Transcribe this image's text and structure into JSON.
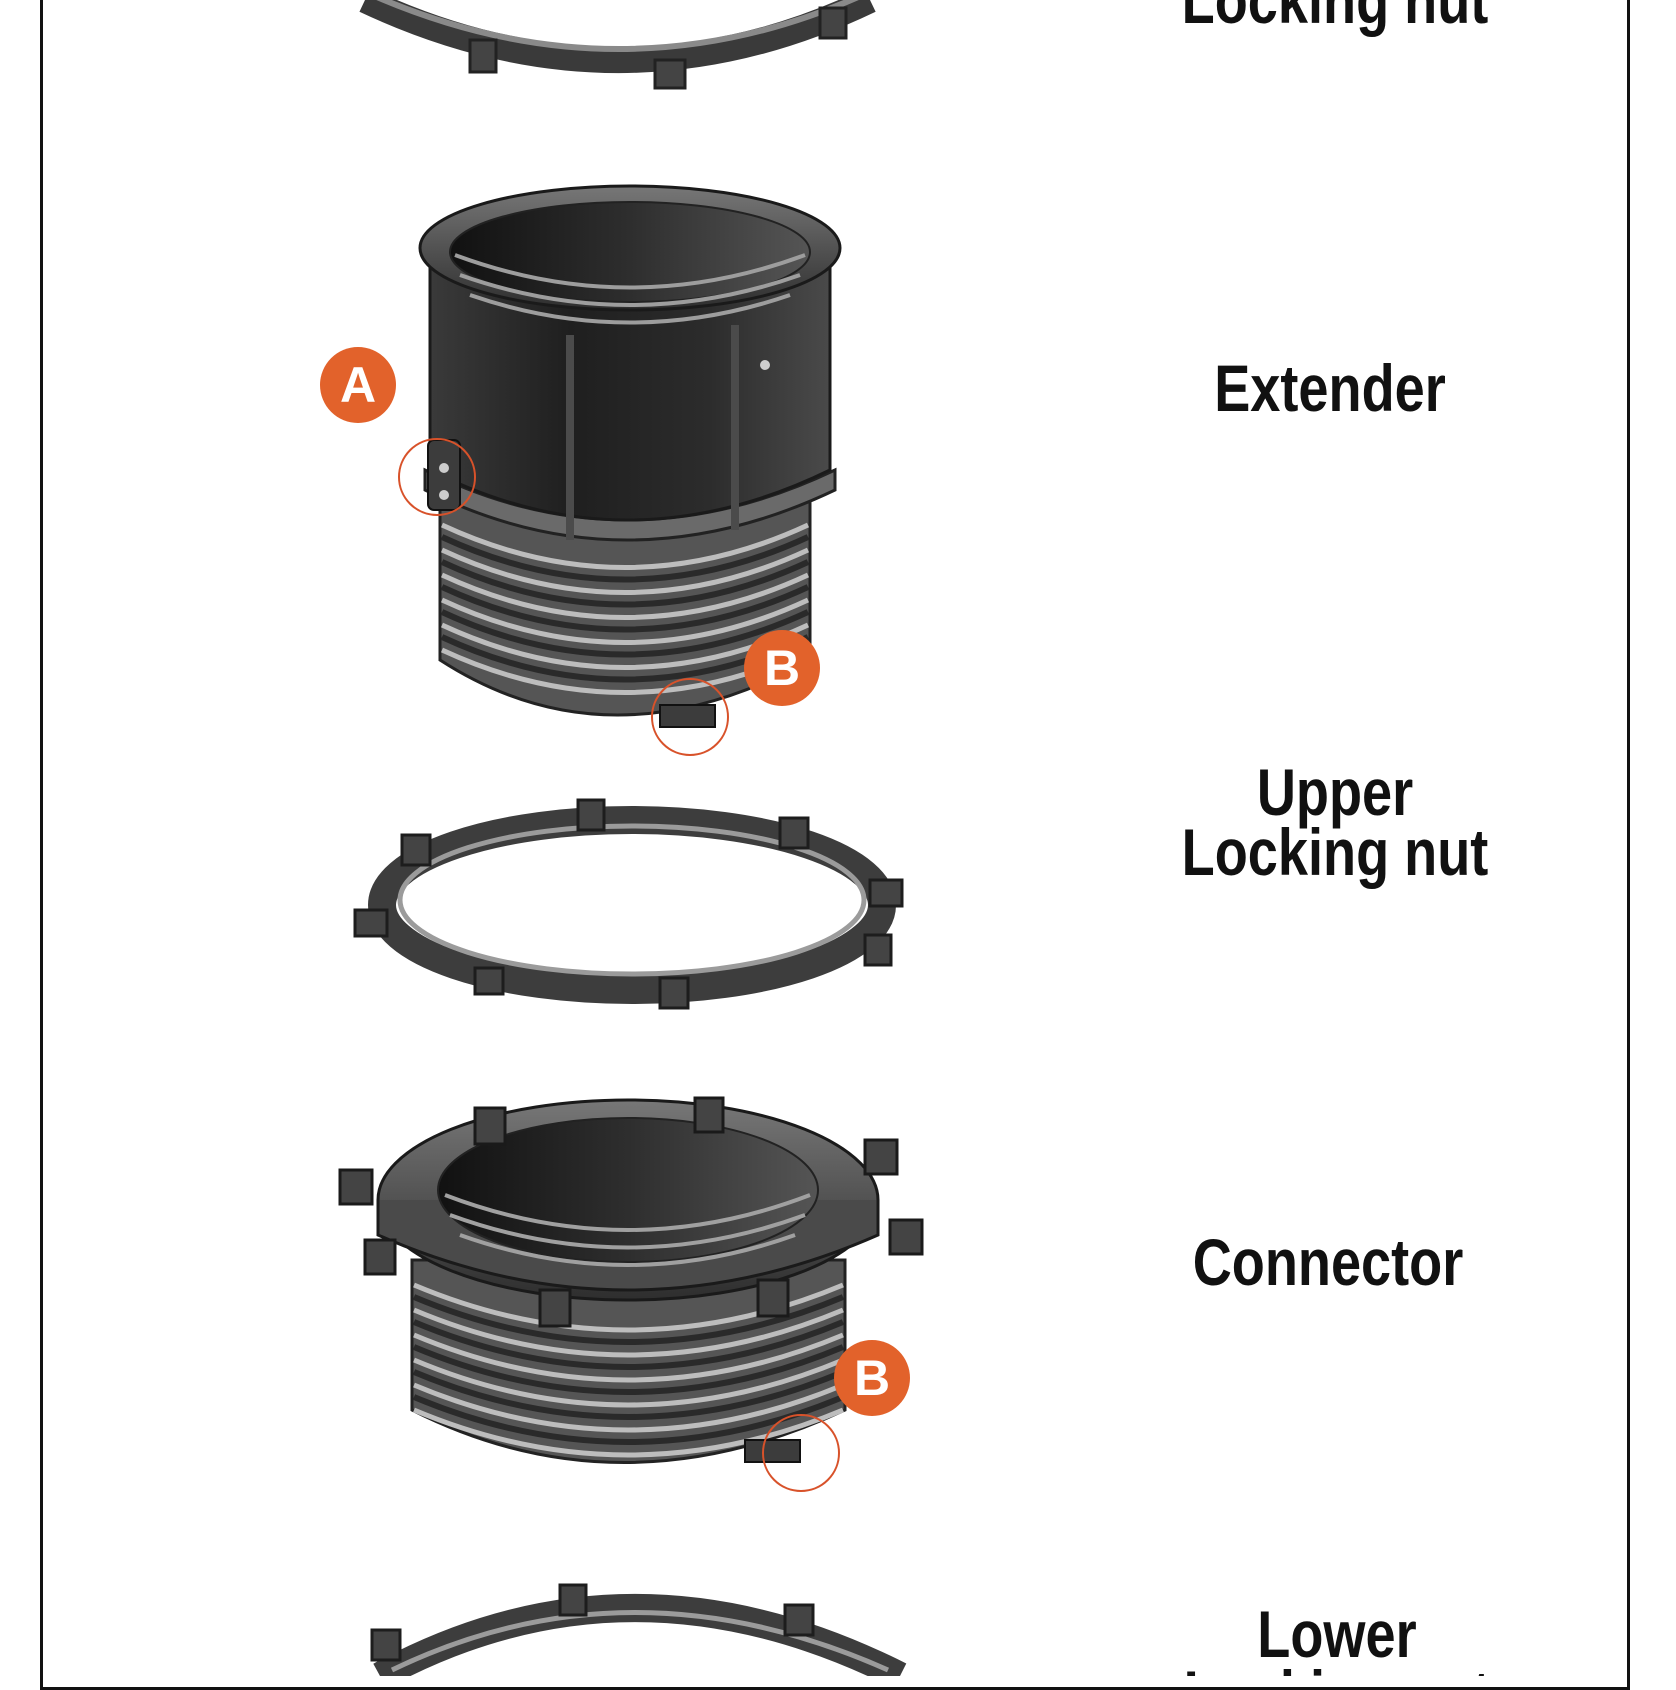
{
  "labels": {
    "top_locking_nut": "Locking nut",
    "extender": "Extender",
    "upper_locking_nut_line1": "Upper",
    "upper_locking_nut_line2": "Locking nut",
    "connector": "Connector",
    "lower_locking_nut_line1": "Lower",
    "lower_locking_nut_line2": "Locking nut"
  },
  "callouts": {
    "a": "A",
    "b_extender": "B",
    "b_connector": "B"
  },
  "colors": {
    "accent": "#e2622b",
    "part_dark": "#2b2b2b",
    "part_mid": "#4a4a4a",
    "part_light": "#9a9a9a",
    "frame": "#111111"
  }
}
